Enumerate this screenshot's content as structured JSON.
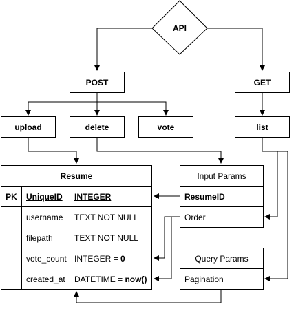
{
  "api": {
    "label": "API"
  },
  "post": {
    "label": "POST"
  },
  "get": {
    "label": "GET"
  },
  "upload": {
    "label": "upload"
  },
  "delete": {
    "label": "delete"
  },
  "vote": {
    "label": "vote"
  },
  "list": {
    "label": "list"
  },
  "resume": {
    "title": "Resume",
    "key_col": "PK",
    "rows": [
      {
        "key": "PK",
        "name": "UniqueID",
        "type": "INTEGER"
      },
      {
        "key": "",
        "name": "username",
        "type": "TEXT NOT NULL"
      },
      {
        "key": "",
        "name": "filepath",
        "type": "TEXT NOT NULL"
      },
      {
        "key": "",
        "name": "vote_count",
        "type_prefix": "INTEGER = ",
        "type_bold": "0"
      },
      {
        "key": "",
        "name": "created_at",
        "type_prefix": "DATETIME = ",
        "type_bold": "now()"
      }
    ]
  },
  "input_params": {
    "title": "Input Params",
    "fields": [
      "ResumeID",
      "Order"
    ]
  },
  "query_params": {
    "title": "Query Params",
    "fields": [
      "Pagination"
    ]
  }
}
